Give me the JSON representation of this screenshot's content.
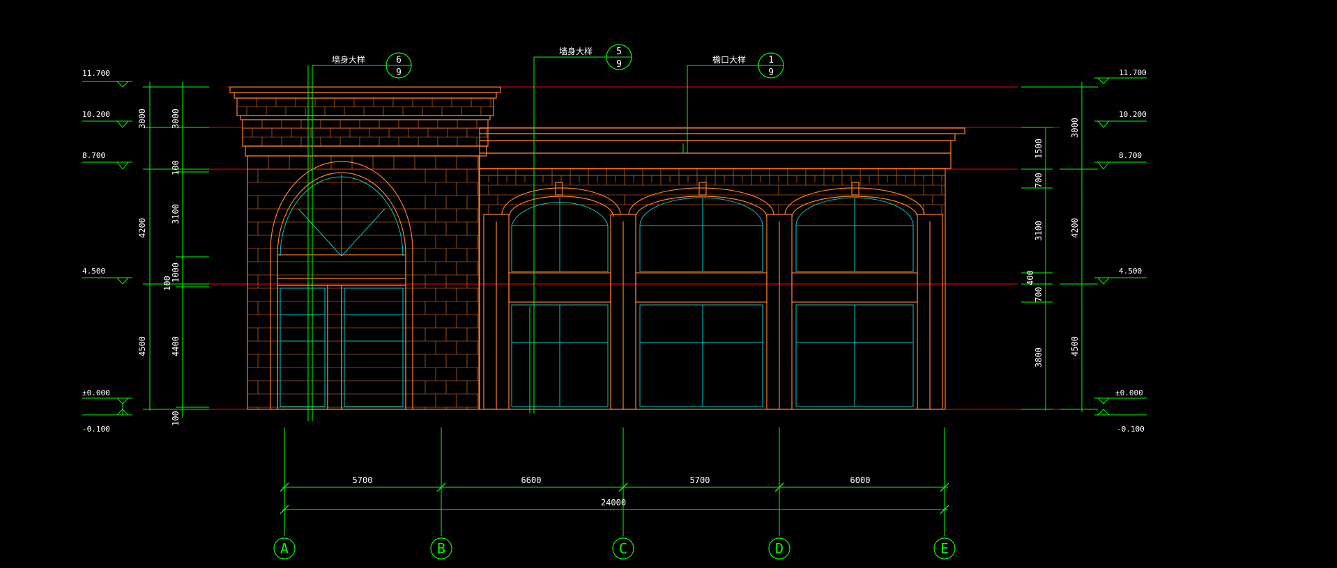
{
  "colors": {
    "background": "#000000",
    "dimension": "#00ff00",
    "outline": "#ff7f27",
    "glass": "#00c8c8",
    "level_line": "#ff0000",
    "text": "#ffffff"
  },
  "callouts": [
    {
      "id": "wall-detail-1",
      "label": "墙身大样",
      "top": "6",
      "bottom": "9"
    },
    {
      "id": "wall-detail-2",
      "label": "墙身大样",
      "top": "5",
      "bottom": "9"
    },
    {
      "id": "eave-detail",
      "label": "檐口大样",
      "top": "1",
      "bottom": "9"
    }
  ],
  "left_elevations": [
    "11.700",
    "10.200",
    "8.700",
    "4.500",
    "±0.000",
    "-0.100"
  ],
  "right_elevations": [
    "11.700",
    "10.200",
    "8.700",
    "4.500",
    "±0.000",
    "-0.100"
  ],
  "left_outer_dims": [
    "3000",
    "4200",
    "4500"
  ],
  "left_inner_dims": [
    "3000",
    "100",
    "3100",
    "1000",
    "100",
    "4400",
    "100"
  ],
  "right_inner_dims": [
    "1500",
    "700",
    "3100",
    "400",
    "700",
    "3800"
  ],
  "right_outer_dims": [
    "3000",
    "4200",
    "4500"
  ],
  "bottom_segment_dims": [
    "5700",
    "6600",
    "5700",
    "6000"
  ],
  "bottom_total_dim": "24000",
  "axes": [
    "A",
    "B",
    "C",
    "D",
    "E"
  ]
}
